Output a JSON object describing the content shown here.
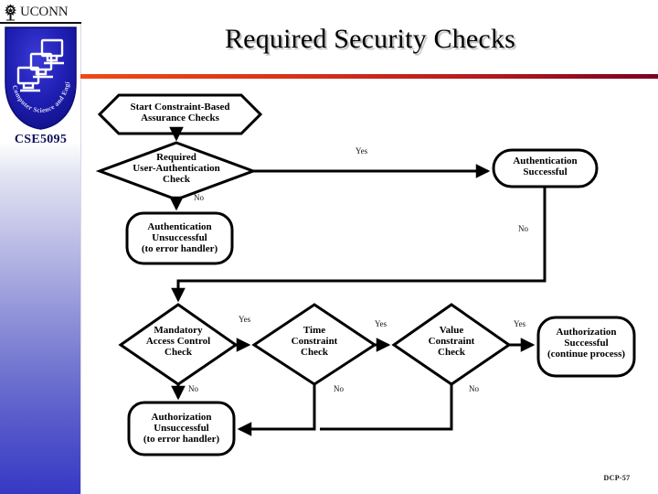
{
  "branding": {
    "university": "UCONN",
    "tree_icon": "oak-tree-icon",
    "department_arc": "Computer Science and Engineering",
    "course_code": "CSE5095"
  },
  "slide": {
    "title": "Required Security Checks",
    "footer_code": "DCP-57"
  },
  "flowchart": {
    "nodes": [
      {
        "id": "start",
        "shape": "hexagon",
        "lines": [
          "Start Constraint-Based",
          "Assurance Checks"
        ]
      },
      {
        "id": "auth_check",
        "shape": "diamond",
        "lines": [
          "Required",
          "User-Authentication",
          "Check"
        ]
      },
      {
        "id": "auth_fail",
        "shape": "rounded",
        "lines": [
          "Authentication",
          "Unsuccessful",
          "(to error handler)"
        ]
      },
      {
        "id": "auth_ok",
        "shape": "stadium",
        "lines": [
          "Authentication",
          "Successful"
        ]
      },
      {
        "id": "mac_check",
        "shape": "diamond",
        "lines": [
          "Mandatory",
          "Access Control",
          "Check"
        ]
      },
      {
        "id": "time_check",
        "shape": "diamond",
        "lines": [
          "Time",
          "Constraint",
          "Check"
        ]
      },
      {
        "id": "value_check",
        "shape": "diamond",
        "lines": [
          "Value",
          "Constraint",
          "Check"
        ]
      },
      {
        "id": "authz_fail",
        "shape": "rounded",
        "lines": [
          "Authorization",
          "Unsuccessful",
          "(to error handler)"
        ]
      },
      {
        "id": "authz_ok",
        "shape": "rounded",
        "lines": [
          "Authorization",
          "Successful",
          "(continue process)"
        ]
      }
    ],
    "edge_labels": [
      {
        "id": "auth_yes",
        "text": "Yes"
      },
      {
        "id": "auth_no",
        "text": "No"
      },
      {
        "id": "authok_no",
        "text": "No"
      },
      {
        "id": "mac_yes",
        "text": "Yes"
      },
      {
        "id": "mac_no",
        "text": "No"
      },
      {
        "id": "time_yes",
        "text": "Yes"
      },
      {
        "id": "time_no",
        "text": "No"
      },
      {
        "id": "value_yes",
        "text": "Yes"
      },
      {
        "id": "value_no",
        "text": "No"
      }
    ]
  },
  "colors": {
    "rule_start": "#ee4a15",
    "rule_end": "#7d0020",
    "shield_blue": "#1a1aa8",
    "sidebar_bottom": "#3639c4",
    "stroke": "#000000"
  }
}
